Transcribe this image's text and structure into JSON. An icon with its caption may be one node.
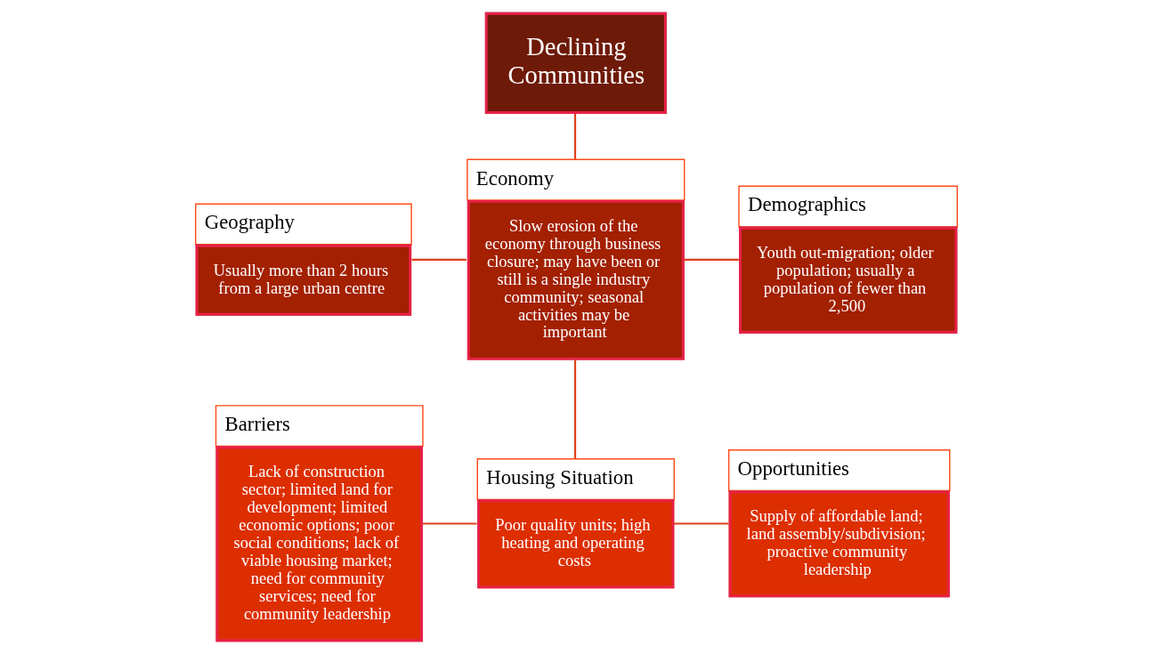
{
  "diagram": {
    "nodes": [
      {
        "text": [
          "Declining Communities"
        ]
      },
      {
        "text": [
          "Geography",
          "Usually more than 2 hours from a large urban centre"
        ]
      },
      {
        "text": [
          "Economy",
          "Slow erosion of the economy through business closure; may have been or still is a single industry community; seasonal activities may be important"
        ]
      },
      {
        "text": [
          "Demographics",
          "Youth out-migration; older population; usually a population of fewer than 2,500"
        ]
      },
      {
        "text": [
          "Barriers",
          "Lack of construction sector; limited land for development; limited economic options; poor social conditions; lack of viable housing market; need for community services; need for community leadership"
        ]
      },
      {
        "text": [
          "Housing Situation",
          "Poor quality units; high heating and operating costs"
        ]
      },
      {
        "text": [
          "Opportunities",
          "Supply of affordable land; land assembly/subdivision; proactive community leadership"
        ]
      }
    ],
    "edges": [
      {
        "from": 0,
        "to": 2,
        "arrow": "none"
      },
      {
        "from": 1,
        "to": 2,
        "arrow": "none"
      },
      {
        "from": 2,
        "to": 3,
        "arrow": "none"
      },
      {
        "from": 2,
        "to": 5,
        "arrow": "none"
      },
      {
        "from": 4,
        "to": 5,
        "arrow": "none"
      },
      {
        "from": 5,
        "to": 6,
        "arrow": "none"
      }
    ]
  }
}
